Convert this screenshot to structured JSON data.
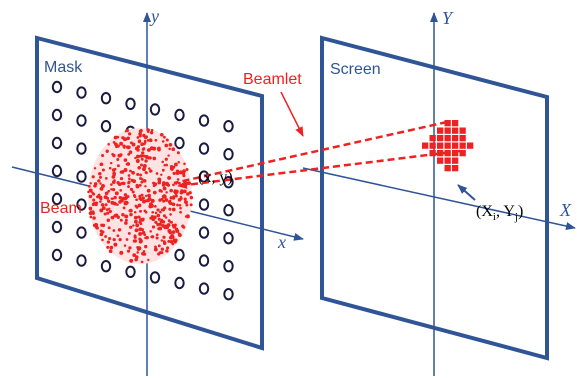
{
  "mask": {
    "title": "Mask",
    "x_axis": "x",
    "y_axis": "y",
    "beam_label": "Beam",
    "point_label": "(x, y)"
  },
  "screen": {
    "title": "Screen",
    "x_axis": "X",
    "y_axis": "Y",
    "pixel_label": "(X",
    "pixel_sub_i": "i",
    "pixel_sep": ", Y",
    "pixel_sub_j": "j",
    "pixel_close": ")"
  },
  "beamlet_label": "Beamlet",
  "colors": {
    "frame": "#2f5597",
    "beam": "#ee2222",
    "hole": "#1a1a40"
  }
}
